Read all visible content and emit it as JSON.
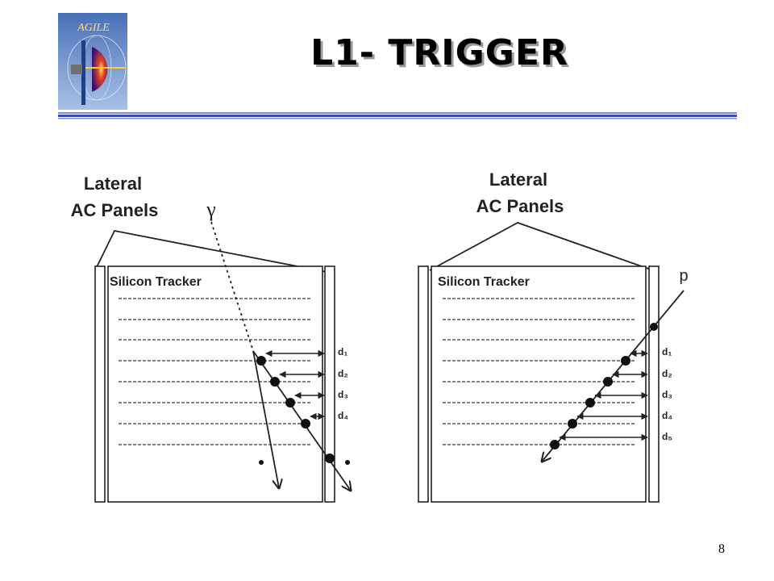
{
  "logo": {
    "text": "AGILE"
  },
  "slide": {
    "title": "L1- TRIGGER",
    "page_number": "8"
  },
  "diagram": {
    "left_panel": {
      "label_line1": "Lateral",
      "label_line2": "AC Panels",
      "tracker_label": "Silicon Tracker",
      "particle": "γ",
      "distances": [
        "d₁",
        "d₂",
        "d₃",
        "d₄"
      ]
    },
    "right_panel": {
      "label_line1": "Lateral",
      "label_line2": "AC Panels",
      "tracker_label": "Silicon Tracker",
      "particle": "p",
      "distances": [
        "d₁",
        "d₂",
        "d₃",
        "d₄",
        "d₅"
      ]
    }
  }
}
